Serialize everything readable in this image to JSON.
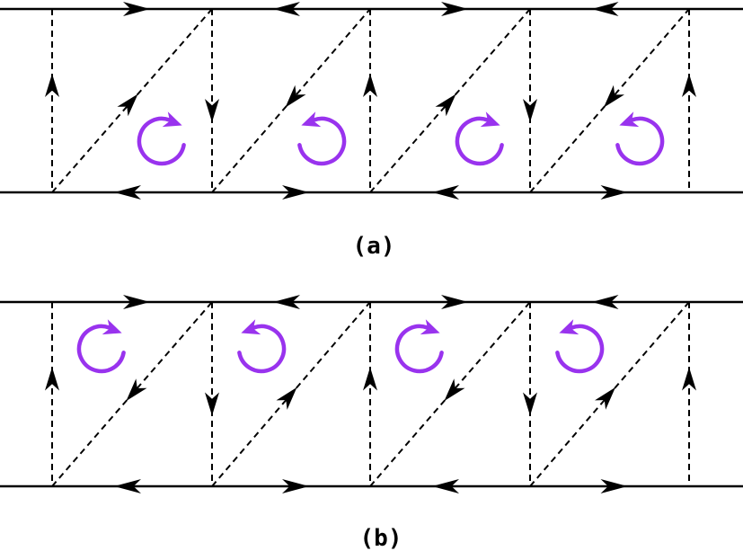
{
  "labels": {
    "panel_a": "(a)",
    "panel_b": "(b)"
  },
  "colors": {
    "line": "#000000",
    "arrow": "#000000",
    "circulation": "#9933ee"
  },
  "ladders": [
    {
      "id": "a",
      "top_arrows": [
        "right",
        "left",
        "right",
        "left"
      ],
      "bottom_arrows": [
        "left",
        "right",
        "left",
        "right"
      ],
      "rung_arrows": [
        "up",
        "down",
        "up",
        "down",
        "up"
      ],
      "diagonal_arrows": [
        "up",
        "down",
        "up",
        "down"
      ],
      "circulation": [
        "clockwise",
        "counterclockwise",
        "clockwise",
        "counterclockwise"
      ]
    },
    {
      "id": "b",
      "top_arrows": [
        "right",
        "left",
        "right",
        "left"
      ],
      "bottom_arrows": [
        "left",
        "right",
        "left",
        "right"
      ],
      "rung_arrows": [
        "up",
        "down",
        "up",
        "down",
        "up"
      ],
      "diagonal_arrows": [
        "down",
        "up",
        "down",
        "up"
      ],
      "circulation": [
        "clockwise",
        "counterclockwise",
        "clockwise",
        "counterclockwise"
      ]
    }
  ]
}
